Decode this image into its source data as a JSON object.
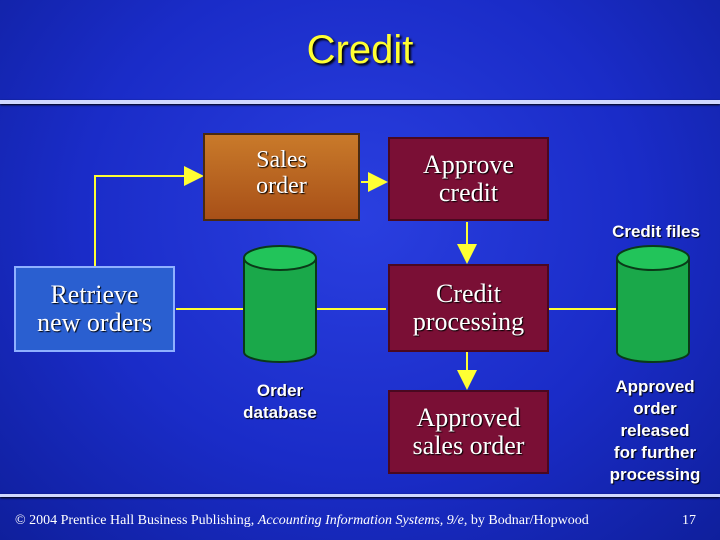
{
  "title": "Credit",
  "nodes": {
    "sales_order": "Sales\norder",
    "approve_credit": "Approve\ncredit",
    "retrieve_orders": "Retrieve\nnew orders",
    "credit_processing": "Credit\nprocessing",
    "approved_sales_order": "Approved\nsales order"
  },
  "labels": {
    "credit_files": "Credit files",
    "order_database": "Order\ndatabase",
    "approved_released": "Approved\norder\nreleased\nfor further\nprocessing"
  },
  "footer": {
    "copyright_symbol": "©",
    "text_before": " 2004 Prentice Hall Business Publishing, ",
    "book": "Accounting Information Systems, 9/e",
    "text_after": ", by Bodnar/Hopwood",
    "page": "17"
  },
  "colors": {
    "title": "#ffff33",
    "process_box": "#7a0f35",
    "document": "#c97a2a",
    "cylinder": "#1aa84a",
    "connector": "#ffff33"
  }
}
